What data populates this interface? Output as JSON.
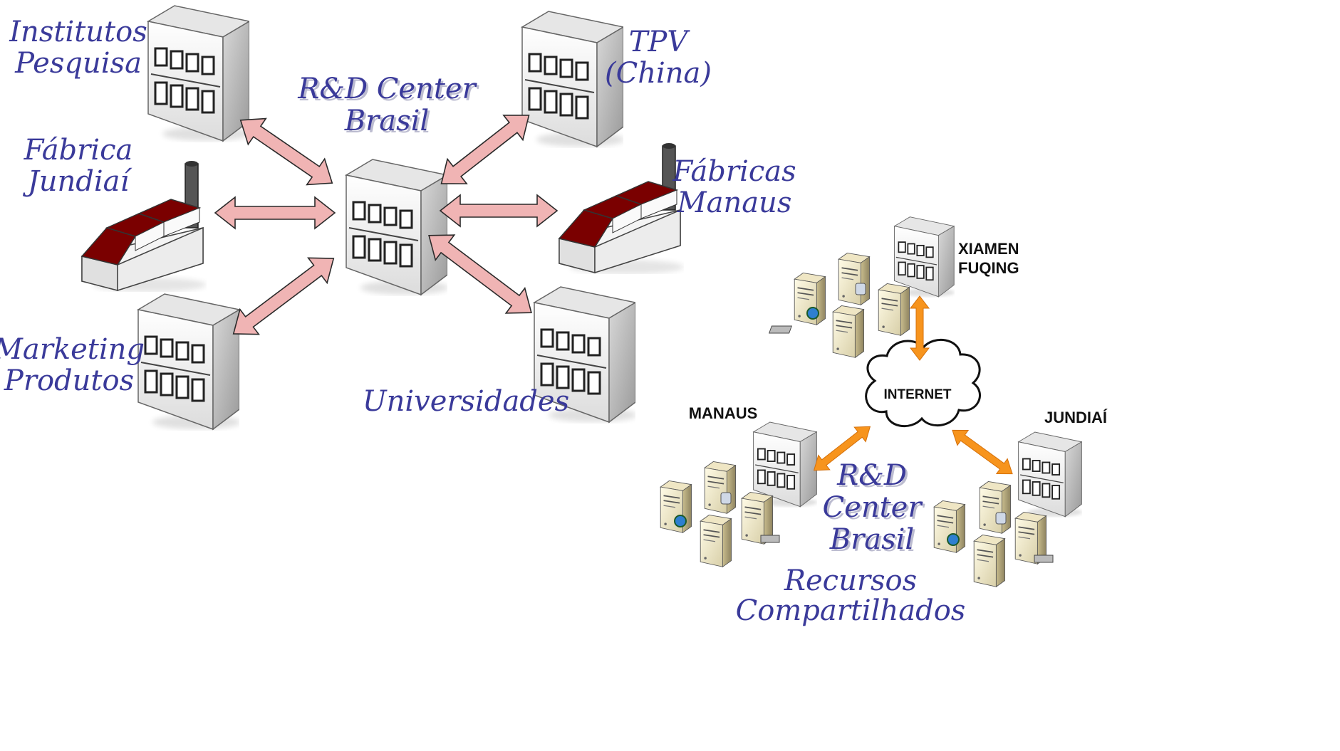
{
  "left_network": {
    "center": {
      "line1": "R&D Center",
      "line2": "Brasil"
    },
    "institutos": {
      "line1": "Institutos",
      "line2": "Pesquisa"
    },
    "tpv": {
      "line1": "TPV",
      "line2": "(China)"
    },
    "fabrica_jundiai": {
      "line1": "Fábrica",
      "line2": "Jundiaí"
    },
    "fabricas_manaus": {
      "line1": "Fábricas",
      "line2": "Manaus"
    },
    "marketing": {
      "line1": "Marketing",
      "line2": "Produtos"
    },
    "universidades": {
      "line1": "Universidades"
    }
  },
  "right_network": {
    "internet": "INTERNET",
    "xiamen": {
      "line1": "XIAMEN",
      "line2": "FUQING"
    },
    "manaus": "MANAUS",
    "jundiai": "JUNDIAÍ",
    "center": {
      "line1": "R&D",
      "line2": "Center",
      "line3": "Brasil"
    },
    "shared": {
      "line1": "Recursos",
      "line2": "Compartilhados"
    }
  },
  "colors": {
    "label_text": "#3a3a9a",
    "left_arrow_fill": "#f0b4b4",
    "right_arrow_fill": "#f7941d",
    "factory_roof": "#7a0000"
  }
}
